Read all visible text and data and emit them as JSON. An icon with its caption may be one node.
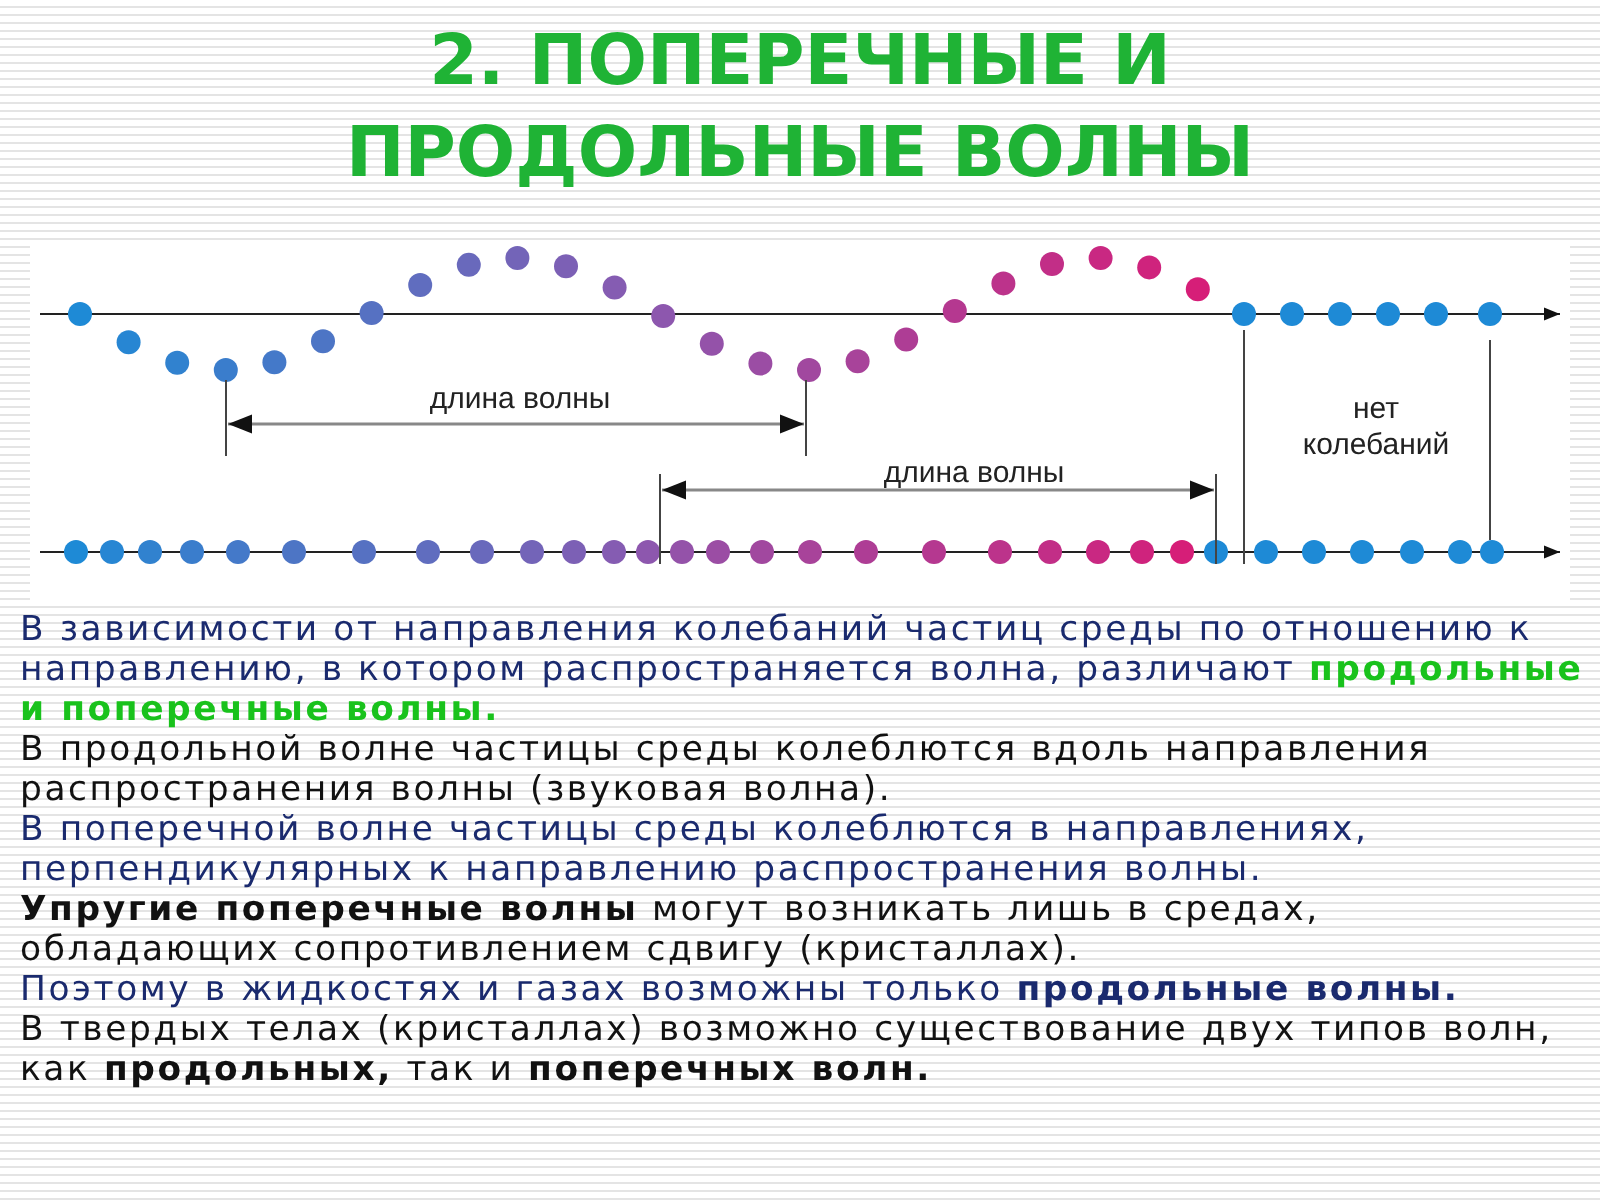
{
  "diagram": {
    "title": "2. ПОПЕРЕЧНЫЕ И ПРОДОЛЬНЫЕ ВОЛНЫ",
    "labels": [
      "длина волны",
      "длина волны",
      "нет колебаний",
      "В зависимости от направления колебаний частиц среды по отношению к направлению, в котором распространяется волна, различают **продольные и поперечные волны.**",
      "В продольной волне частицы среды колеблются вдоль направления распространения волны (звуковая волна).",
      "В поперечной волне частицы среды колеблются в направлениях, перпендикулярных к направлению распространения волны.",
      "**Упругие поперечные волны** могут возникать лишь в средах, обладающих сопротивлением сдвигу (кристаллах).",
      "Поэтому в жидкостях и газах возможны только **продольные волны.**",
      "В твердых телах (кристаллах) возможно существование двух типов волн, как **продольных,** так и **поперечных волн.**"
    ]
  }
}
